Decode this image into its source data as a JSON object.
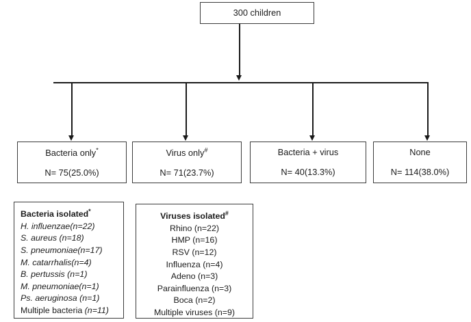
{
  "figure": {
    "type": "flowchart",
    "root": {
      "label": "300 children"
    },
    "categories": [
      {
        "title": "Bacteria only*",
        "count_label": "N= 75(25.0%)",
        "n": 75,
        "percent": "25.0%"
      },
      {
        "title": "Virus only#",
        "count_label": "N= 71(23.7%)",
        "n": 71,
        "percent": "23.7%"
      },
      {
        "title": "Bacteria + virus",
        "count_label": "N= 40(13.3%)",
        "n": 40,
        "percent": "13.3%"
      },
      {
        "title": "None",
        "count_label": "N= 114(38.0%)",
        "n": 114,
        "percent": "38.0%"
      }
    ],
    "detail_boxes": [
      {
        "heading": "Bacteria isolated*",
        "items": [
          "H. influenzae(n=22)",
          "S. aureus (n=18)",
          "S. pneumoniae(n=17)",
          "M. catarrhalis(n=4)",
          "B. pertussis (n=1)",
          "M. pneumoniae(n=1)",
          "Ps. aeruginosa (n=1)",
          "Multiple bacteria (n=11)"
        ]
      },
      {
        "heading": "Viruses isolated#",
        "items": [
          "Rhino (n=22)",
          "HMP (n=16)",
          "RSV (n=12)",
          "Influenza (n=4)",
          "Adeno (n=3)",
          "Parainfluenza (n=3)",
          "Boca (n=2)",
          "Multiple viruses (n=9)"
        ]
      }
    ]
  },
  "chart_data": {
    "type": "flowchart",
    "title": "300 children",
    "categories": [
      "Bacteria only",
      "Virus only",
      "Bacteria + virus",
      "None"
    ],
    "values": [
      75,
      71,
      40,
      114
    ],
    "percents": [
      25.0,
      23.7,
      13.3,
      38.0
    ],
    "total": 300,
    "sub_tables": [
      {
        "name": "Bacteria isolated",
        "labels": [
          "H. influenzae",
          "S. aureus",
          "S. pneumoniae",
          "M. catarrhalis",
          "B. pertussis",
          "M. pneumoniae",
          "Ps. aeruginosa",
          "Multiple bacteria"
        ],
        "values": [
          22,
          18,
          17,
          4,
          1,
          1,
          1,
          11
        ]
      },
      {
        "name": "Viruses isolated",
        "labels": [
          "Rhino",
          "HMP",
          "RSV",
          "Influenza",
          "Adeno",
          "Parainfluenza",
          "Boca",
          "Multiple viruses"
        ],
        "values": [
          22,
          16,
          12,
          4,
          3,
          3,
          2,
          9
        ]
      }
    ]
  }
}
